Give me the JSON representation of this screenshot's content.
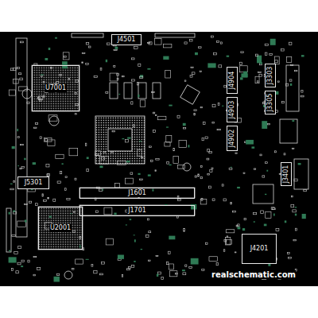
{
  "diagram": {
    "nodes": [
      {
        "text": [
          "J4501"
        ]
      },
      {
        "text": [
          "U7001"
        ]
      },
      {
        "text": [
          "J4904"
        ]
      },
      {
        "text": [
          "J3303"
        ]
      },
      {
        "text": [
          "J4903"
        ]
      },
      {
        "text": [
          "J3305"
        ]
      },
      {
        "text": [
          "J4902"
        ]
      },
      {
        "text": [
          "J3401"
        ]
      },
      {
        "text": [
          "J5301"
        ]
      },
      {
        "text": [
          "J1601"
        ]
      },
      {
        "text": [
          "J1701"
        ]
      },
      {
        "text": [
          "U2001"
        ]
      },
      {
        "text": [
          "J4201"
        ]
      }
    ],
    "labels": [
      "realschematic.com"
    ]
  }
}
